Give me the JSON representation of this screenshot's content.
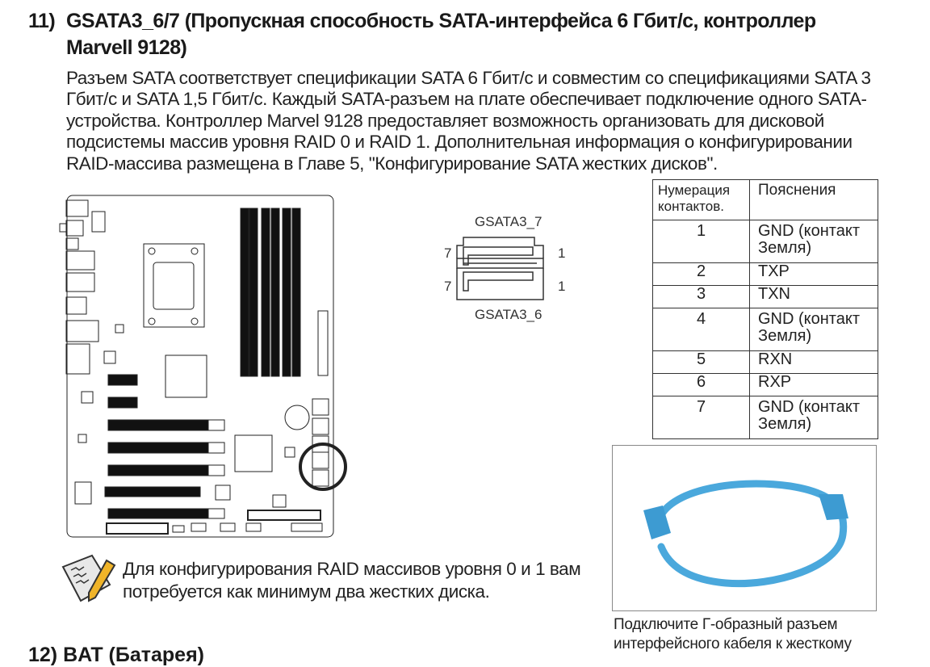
{
  "section": {
    "number": "11)",
    "title_lines": [
      "GSATA3_6/7 (Пропускная способность SATA-интерфейса 6 Гбит/с, контроллер",
      "Marvell 9128)"
    ],
    "paragraph_lines": [
      "Разъем SATA соответствует спецификации SATA 6 Гбит/с и совместим со спецификациями SATA 3",
      "Гбит/с и SATA 1,5 Гбит/с. Каждый SATA-разъем на плате обеспечивает подключение одного SATA-",
      "устройства. Контроллер Marvel 9128 предоставляет возможность организовать для дисковой",
      "подсистемы массив уровня RAID 0 и RAID 1. Дополнительная информация о конфигурировании",
      "RAID-массива размещена в Главе 5, \"Конфигурирование SATA жестких дисков\"."
    ]
  },
  "connector": {
    "top_label": "GSATA3_7",
    "bottom_label": "GSATA3_6",
    "pin_left": "7",
    "pin_right": "1"
  },
  "pin_table": {
    "headers": [
      "Нумерация контактов.",
      "Пояснения"
    ],
    "rows": [
      {
        "pin": "1",
        "desc": "GND (контакт Земля)"
      },
      {
        "pin": "2",
        "desc": "TXP"
      },
      {
        "pin": "3",
        "desc": "TXN"
      },
      {
        "pin": "4",
        "desc": "GND (контакт Земля)"
      },
      {
        "pin": "5",
        "desc": "RXN"
      },
      {
        "pin": "6",
        "desc": "RXP"
      },
      {
        "pin": "7",
        "desc": "GND (контакт Земля)"
      }
    ]
  },
  "note": {
    "lines": [
      "Для конфигурирования RAID массивов уровня 0 и 1 вам",
      "потребуется как минимум два жестких диска."
    ]
  },
  "photo_caption": {
    "lines": [
      "Подключите Г-образный разъем",
      "интерфейсного кабеля к жесткому"
    ]
  },
  "next_section": {
    "heading": "12)  BAT (Батарея)"
  },
  "colors": {
    "cable": "#4aa8dc",
    "text": "#222222"
  }
}
